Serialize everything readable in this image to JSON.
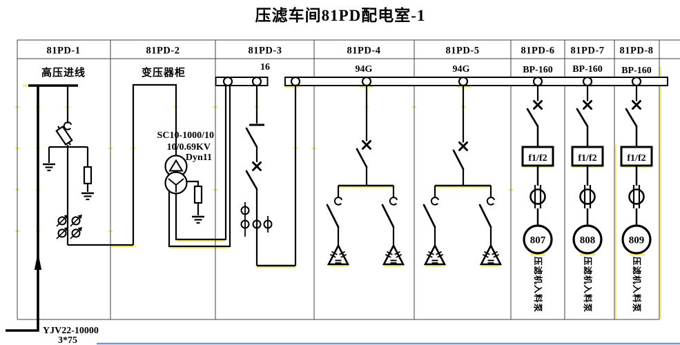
{
  "title": "压滤车间81PD配电室-1",
  "columns": [
    {
      "id": "81PD-1",
      "label": "高压进线"
    },
    {
      "id": "81PD-2",
      "label": "变压器柜"
    },
    {
      "id": "81PD-3",
      "label": "16"
    },
    {
      "id": "81PD-4",
      "label": "94G"
    },
    {
      "id": "81PD-5",
      "label": "94G"
    },
    {
      "id": "81PD-6",
      "label": "BP-160"
    },
    {
      "id": "81PD-7",
      "label": "BP-160"
    },
    {
      "id": "81PD-8",
      "label": "BP-160"
    }
  ],
  "incoming": {
    "cable_type": "YJV22-10000",
    "cable_spec": "3*75"
  },
  "transformer": {
    "model": "SC10-1000/10",
    "voltage_ratio": "10/0.69KV",
    "vector_group": "Dyn11"
  },
  "feeders": [
    {
      "protection": "f1/f2",
      "motor_no": "807",
      "load_name": "压滤机入料泵"
    },
    {
      "protection": "f1/f2",
      "motor_no": "808",
      "load_name": "压滤机入料泵"
    },
    {
      "protection": "f1/f2",
      "motor_no": "809",
      "load_name": "压滤机入料泵"
    }
  ],
  "colors": {
    "line": "#000000",
    "grid": "#3f3f3f",
    "highlight": "#f2e75e",
    "bottom_strip": "#5f7fd8",
    "background": "#ffffff"
  }
}
